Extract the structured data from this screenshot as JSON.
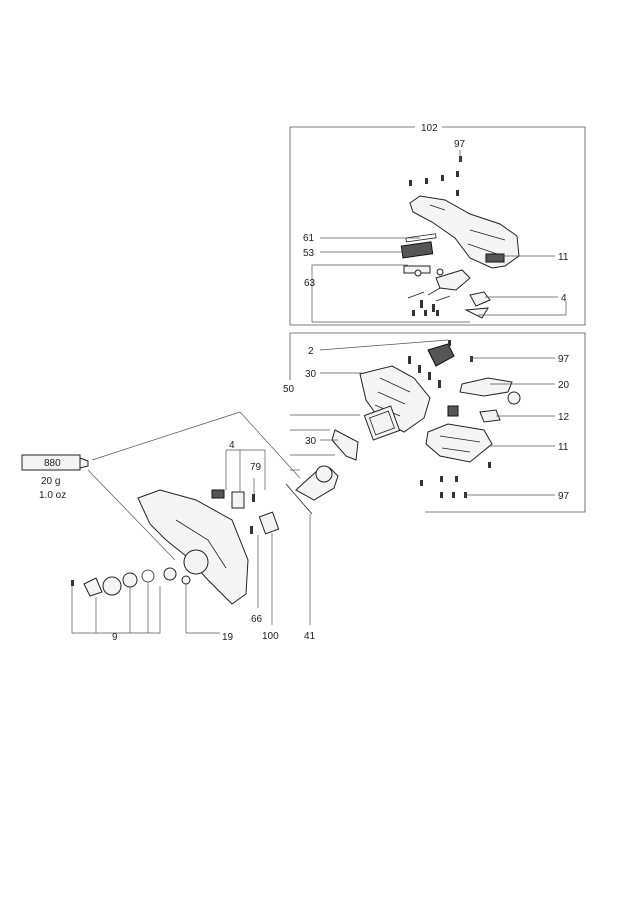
{
  "callouts": {
    "c102": "102",
    "c97_top": "97",
    "c61": "61",
    "c53": "53",
    "c11_top": "11",
    "c63": "63",
    "c4_right": "4",
    "c2": "2",
    "c97_mid": "97",
    "c30_a": "30",
    "c50": "50",
    "c20": "20",
    "c12": "12",
    "c30_b": "30",
    "c11_bottom": "11",
    "c97_bottom": "97",
    "c4_left": "4",
    "c79": "79",
    "c9": "9",
    "c19": "19",
    "c66": "66",
    "c100": "100",
    "c41": "41"
  },
  "grease_tube": {
    "label": "880",
    "weight_g": "20 g",
    "weight_oz": "1.0 oz"
  },
  "colors": {
    "line": "#555555",
    "part_outline": "#222222",
    "part_fill": "#f4f4f4"
  }
}
